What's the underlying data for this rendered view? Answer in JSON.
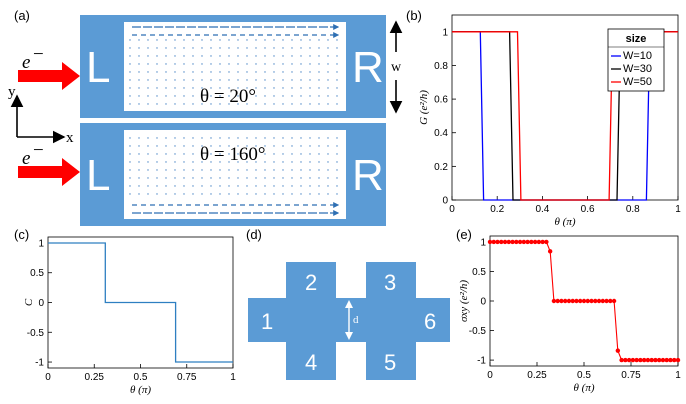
{
  "panels": {
    "a": {
      "label": "(a)",
      "lead_left": "L",
      "lead_right": "R",
      "electron": "e",
      "electron_sup": "−",
      "width_label": "w",
      "axis_x": "x",
      "axis_y": "y",
      "top_theta": "θ = 20°",
      "bottom_theta": "θ = 160°"
    },
    "b": {
      "label": "(b)"
    },
    "c": {
      "label": "(c)"
    },
    "d": {
      "label": "(d)",
      "ports": [
        "1",
        "2",
        "3",
        "4",
        "5",
        "6"
      ],
      "width_label": "d"
    },
    "e": {
      "label": "(e)"
    }
  },
  "colors": {
    "device_blue": "#5b9bd5",
    "blue": "#0000ff",
    "black": "#000000",
    "red": "#ff0000",
    "step": "#2e7fc1",
    "arrow_red": "#ff0000"
  },
  "chart_data": [
    {
      "id": "b",
      "type": "line",
      "xlabel": "θ (π)",
      "ylabel": "G (e²/h)",
      "xlim": [
        0,
        1
      ],
      "ylim": [
        0,
        1.1
      ],
      "xticks": [
        "0",
        "0.2",
        "0.4",
        "0.6",
        "0.8",
        "1"
      ],
      "yticks": [
        "0",
        "0.2",
        "0.4",
        "0.6",
        "0.8",
        "1"
      ],
      "legend_title": "size",
      "legend_position": "top-right",
      "series": [
        {
          "name": "W=10",
          "color": "#0000ff",
          "x": [
            0,
            0.125,
            0.14,
            0.86,
            0.875,
            1
          ],
          "y": [
            1,
            1,
            0,
            0,
            1,
            1
          ]
        },
        {
          "name": "W=30",
          "color": "#000000",
          "x": [
            0,
            0.255,
            0.27,
            0.73,
            0.745,
            1
          ],
          "y": [
            1,
            1,
            0,
            0,
            1,
            1
          ]
        },
        {
          "name": "W=50",
          "color": "#ff0000",
          "x": [
            0,
            0.29,
            0.305,
            0.695,
            0.71,
            1
          ],
          "y": [
            1,
            1,
            0,
            0,
            1,
            1
          ]
        }
      ]
    },
    {
      "id": "c",
      "type": "line",
      "xlabel": "θ (π)",
      "ylabel": "C",
      "xlim": [
        0,
        1
      ],
      "ylim": [
        -1.1,
        1.1
      ],
      "xticks": [
        "0",
        "0.25",
        "0.5",
        "0.75",
        "1"
      ],
      "yticks": [
        "1",
        "0.5",
        "0",
        "-0.5",
        "-1"
      ],
      "series": [
        {
          "color": "#2e7fc1",
          "x": [
            0,
            0.31,
            0.31,
            0.69,
            0.69,
            1
          ],
          "y": [
            1,
            1,
            0,
            0,
            -1,
            -1
          ]
        }
      ]
    },
    {
      "id": "e",
      "type": "scatter",
      "xlabel": "θ (π)",
      "ylabel": "σxy (e²/h)",
      "xlim": [
        0,
        1
      ],
      "ylim": [
        -1.1,
        1.1
      ],
      "xticks": [
        "0",
        "0.25",
        "0.5",
        "0.75",
        "1"
      ],
      "yticks": [
        "1",
        "0.5",
        "0",
        "-0.5",
        "-1"
      ],
      "series": [
        {
          "color": "#ff0000",
          "x": [
            0,
            0.02,
            0.04,
            0.06,
            0.08,
            0.1,
            0.12,
            0.14,
            0.16,
            0.18,
            0.2,
            0.22,
            0.24,
            0.26,
            0.28,
            0.3,
            0.32,
            0.34,
            0.36,
            0.38,
            0.4,
            0.42,
            0.44,
            0.46,
            0.48,
            0.5,
            0.52,
            0.54,
            0.56,
            0.58,
            0.6,
            0.62,
            0.64,
            0.66,
            0.68,
            0.7,
            0.72,
            0.74,
            0.76,
            0.78,
            0.8,
            0.82,
            0.84,
            0.86,
            0.88,
            0.9,
            0.92,
            0.94,
            0.96,
            0.98,
            1
          ],
          "y": [
            1,
            1,
            1,
            1,
            1,
            1,
            1,
            1,
            1,
            1,
            1,
            1,
            1,
            1,
            1,
            1,
            0.84,
            0,
            0,
            0,
            0,
            0,
            0,
            0,
            0,
            0,
            0,
            0,
            0,
            0,
            0,
            0,
            0,
            0,
            -0.84,
            -1,
            -1,
            -1,
            -1,
            -1,
            -1,
            -1,
            -1,
            -1,
            -1,
            -1,
            -1,
            -1,
            -1,
            -1,
            -1
          ]
        }
      ]
    }
  ]
}
